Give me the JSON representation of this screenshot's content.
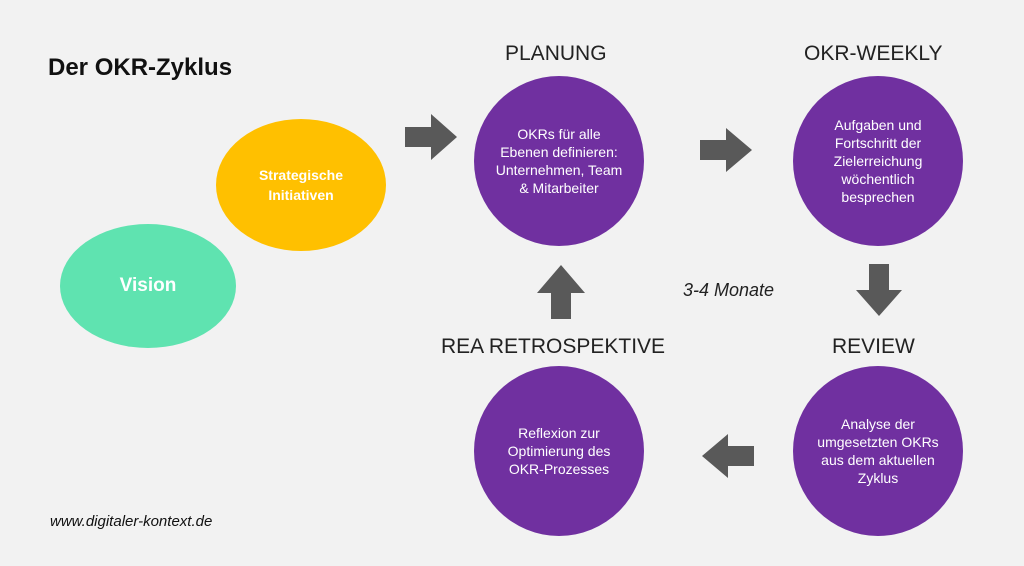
{
  "title": "Der OKR-Zyklus",
  "vision": "Vision",
  "initiativen": "Strategische Initiativen",
  "stages": {
    "planung": {
      "label": "PLANUNG",
      "text": "OKRs für alle Ebenen definieren: Unternehmen, Team & Mitarbeiter"
    },
    "weekly": {
      "label": "OKR-WEEKLY",
      "text": "Aufgaben und Fortschritt der Zielerreichung wöchentlich besprechen"
    },
    "review": {
      "label": "REVIEW",
      "text": "Analyse der umgesetzten OKRs aus dem aktuellen Zyklus"
    },
    "retro": {
      "label": "REA RETROSPEKTIVE",
      "text": "Reflexion zur Optimierung des OKR-Prozesses"
    }
  },
  "duration": "3-4 Monate",
  "website": "www.digitaler-kontext.de",
  "colors": {
    "vision": "#5fe3b0",
    "initiativen": "#ffc000",
    "stage_circle": "#7030a0",
    "arrow": "#595959",
    "background": "#f2f2f2"
  }
}
